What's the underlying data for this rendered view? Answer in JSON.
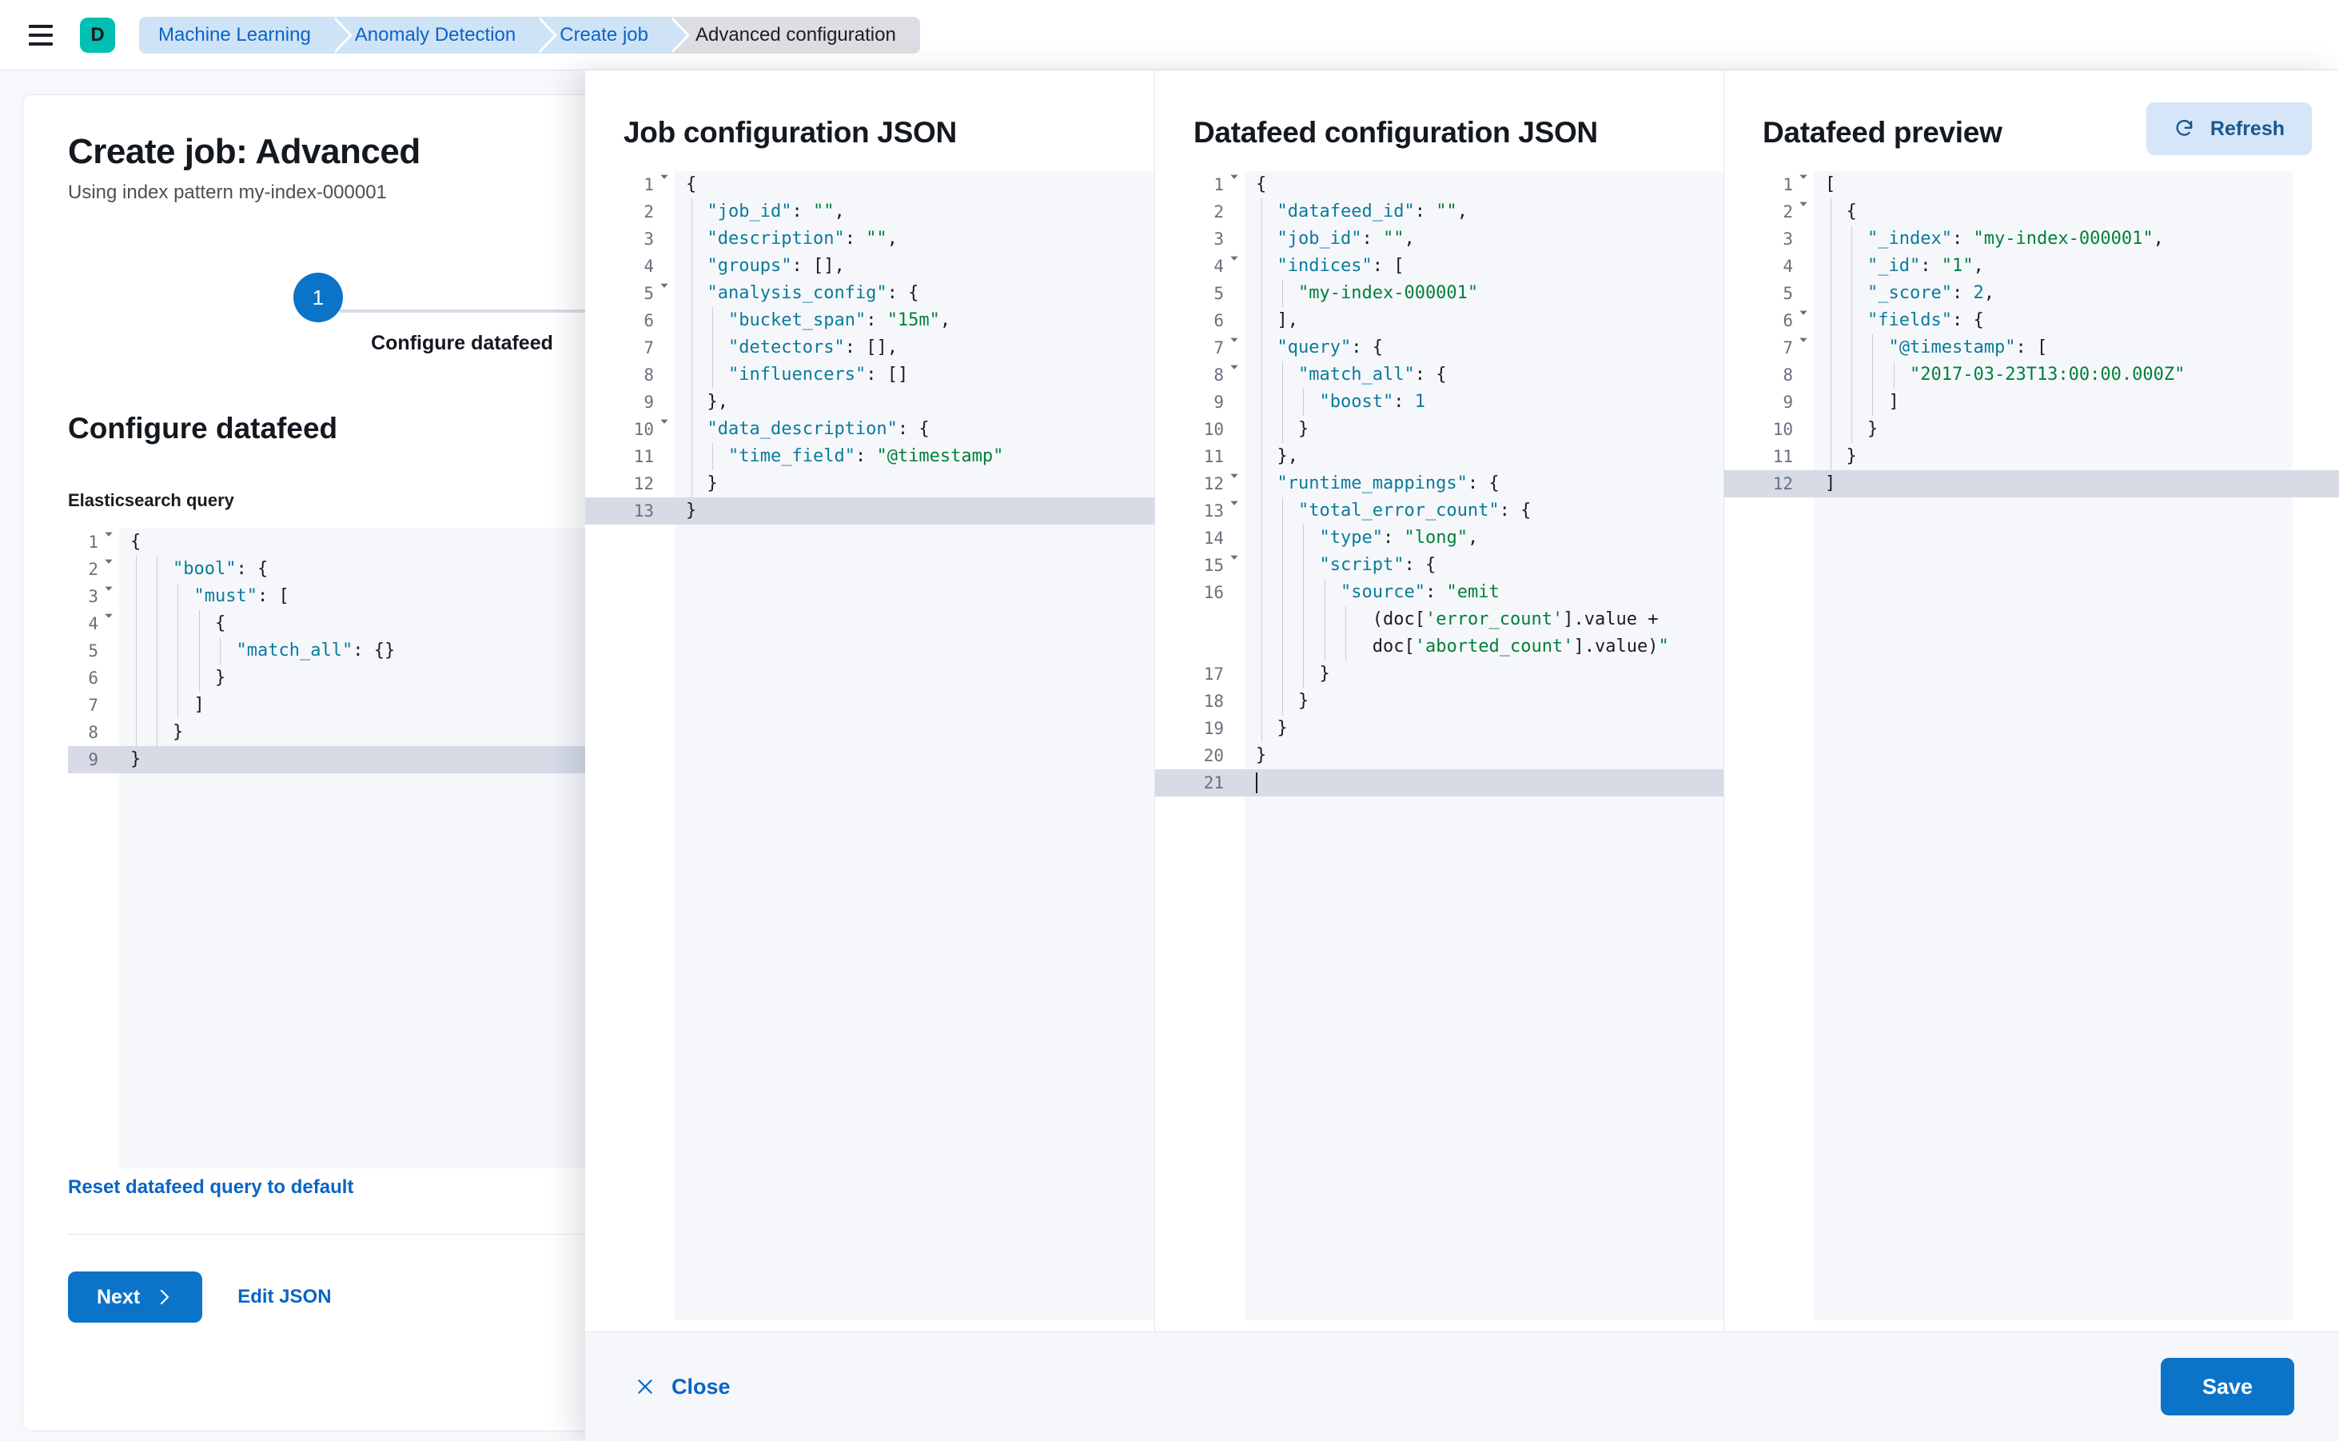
{
  "chrome": {
    "menu_icon": "hamburger-menu-icon",
    "space_avatar_letter": "D",
    "breadcrumbs": [
      {
        "label": "Machine Learning",
        "active": false
      },
      {
        "label": "Anomaly Detection",
        "active": false
      },
      {
        "label": "Create job",
        "active": false
      },
      {
        "label": "Advanced configuration",
        "active": true
      }
    ]
  },
  "page": {
    "title": "Create job: Advanced",
    "subtitle": "Using index pattern my-index-000001",
    "step": {
      "number": "1",
      "label": "Configure datafeed"
    },
    "section_title": "Configure datafeed",
    "query_field_label": "Elasticsearch query",
    "reset_link": "Reset datafeed query to default",
    "next_button": "Next",
    "next_icon": "chevron-right-icon",
    "edit_json_button": "Edit JSON",
    "query_editor": {
      "highlight_line": 9,
      "lines": [
        {
          "n": 1,
          "fold": true,
          "text": "{"
        },
        {
          "n": 2,
          "fold": true,
          "text": "    \"bool\": {"
        },
        {
          "n": 3,
          "fold": true,
          "text": "      \"must\": ["
        },
        {
          "n": 4,
          "fold": true,
          "text": "        {"
        },
        {
          "n": 5,
          "fold": false,
          "text": "          \"match_all\": {}"
        },
        {
          "n": 6,
          "fold": false,
          "text": "        }"
        },
        {
          "n": 7,
          "fold": false,
          "text": "      ]"
        },
        {
          "n": 8,
          "fold": false,
          "text": "    }"
        },
        {
          "n": 9,
          "fold": false,
          "text": "}"
        }
      ]
    }
  },
  "flyout": {
    "columns": [
      {
        "name": "job-configuration-json",
        "title": "Job configuration JSON",
        "editor": {
          "highlight_line": 13,
          "lines": [
            {
              "n": 1,
              "fold": true,
              "text": "{"
            },
            {
              "n": 2,
              "fold": false,
              "text": "  \"job_id\": \"\","
            },
            {
              "n": 3,
              "fold": false,
              "text": "  \"description\": \"\","
            },
            {
              "n": 4,
              "fold": false,
              "text": "  \"groups\": [],"
            },
            {
              "n": 5,
              "fold": true,
              "text": "  \"analysis_config\": {"
            },
            {
              "n": 6,
              "fold": false,
              "text": "    \"bucket_span\": \"15m\","
            },
            {
              "n": 7,
              "fold": false,
              "text": "    \"detectors\": [],"
            },
            {
              "n": 8,
              "fold": false,
              "text": "    \"influencers\": []"
            },
            {
              "n": 9,
              "fold": false,
              "text": "  },"
            },
            {
              "n": 10,
              "fold": true,
              "text": "  \"data_description\": {"
            },
            {
              "n": 11,
              "fold": false,
              "text": "    \"time_field\": \"@timestamp\""
            },
            {
              "n": 12,
              "fold": false,
              "text": "  }"
            },
            {
              "n": 13,
              "fold": false,
              "text": "}"
            }
          ]
        }
      },
      {
        "name": "datafeed-configuration-json",
        "title": "Datafeed configuration JSON",
        "editor": {
          "highlight_line": 21,
          "lines": [
            {
              "n": 1,
              "fold": true,
              "text": "{"
            },
            {
              "n": 2,
              "fold": false,
              "text": "  \"datafeed_id\": \"\","
            },
            {
              "n": 3,
              "fold": false,
              "text": "  \"job_id\": \"\","
            },
            {
              "n": 4,
              "fold": true,
              "text": "  \"indices\": ["
            },
            {
              "n": 5,
              "fold": false,
              "text": "    \"my-index-000001\""
            },
            {
              "n": 6,
              "fold": false,
              "text": "  ],"
            },
            {
              "n": 7,
              "fold": true,
              "text": "  \"query\": {"
            },
            {
              "n": 8,
              "fold": true,
              "text": "    \"match_all\": {"
            },
            {
              "n": 9,
              "fold": false,
              "text": "      \"boost\": 1"
            },
            {
              "n": 10,
              "fold": false,
              "text": "    }"
            },
            {
              "n": 11,
              "fold": false,
              "text": "  },"
            },
            {
              "n": 12,
              "fold": true,
              "text": "  \"runtime_mappings\": {"
            },
            {
              "n": 13,
              "fold": true,
              "text": "    \"total_error_count\": {"
            },
            {
              "n": 14,
              "fold": false,
              "text": "      \"type\": \"long\","
            },
            {
              "n": 15,
              "fold": true,
              "text": "      \"script\": {"
            },
            {
              "n": 16,
              "fold": false,
              "text": "        \"source\": \"emit"
            },
            {
              "n": null,
              "fold": false,
              "text": "           (doc['error_count'].value +"
            },
            {
              "n": null,
              "fold": false,
              "text": "           doc['aborted_count'].value)\""
            },
            {
              "n": 17,
              "fold": false,
              "text": "      }"
            },
            {
              "n": 18,
              "fold": false,
              "text": "    }"
            },
            {
              "n": 19,
              "fold": false,
              "text": "  }"
            },
            {
              "n": 20,
              "fold": false,
              "text": "}"
            },
            {
              "n": 21,
              "fold": false,
              "text": ""
            }
          ]
        }
      },
      {
        "name": "datafeed-preview",
        "title": "Datafeed preview",
        "refresh_button": "Refresh",
        "refresh_icon": "refresh-icon",
        "editor": {
          "highlight_line": 12,
          "lines": [
            {
              "n": 1,
              "fold": true,
              "text": "["
            },
            {
              "n": 2,
              "fold": true,
              "text": "  {"
            },
            {
              "n": 3,
              "fold": false,
              "text": "    \"_index\": \"my-index-000001\","
            },
            {
              "n": 4,
              "fold": false,
              "text": "    \"_id\": \"1\","
            },
            {
              "n": 5,
              "fold": false,
              "text": "    \"_score\": 2,"
            },
            {
              "n": 6,
              "fold": true,
              "text": "    \"fields\": {"
            },
            {
              "n": 7,
              "fold": true,
              "text": "      \"@timestamp\": ["
            },
            {
              "n": 8,
              "fold": false,
              "text": "        \"2017-03-23T13:00:00.000Z\""
            },
            {
              "n": 9,
              "fold": false,
              "text": "      ]"
            },
            {
              "n": 10,
              "fold": false,
              "text": "    }"
            },
            {
              "n": 11,
              "fold": false,
              "text": "  }"
            },
            {
              "n": 12,
              "fold": false,
              "text": "]"
            }
          ]
        }
      }
    ],
    "footer": {
      "close_button": "Close",
      "close_icon": "close-x-icon",
      "save_button": "Save"
    }
  },
  "colors": {
    "accent_blue": "#0b74c9",
    "link_blue": "#0b64c4",
    "space_teal": "#00bfb3",
    "breadcrumb_blue": "#cfe3f7",
    "breadcrumb_grey": "#dcdee3",
    "string_green": "#00803a",
    "key_teal": "#0a7b9b",
    "editor_bg": "#f6f7fb",
    "highlight_row": "#d6dbe6"
  }
}
